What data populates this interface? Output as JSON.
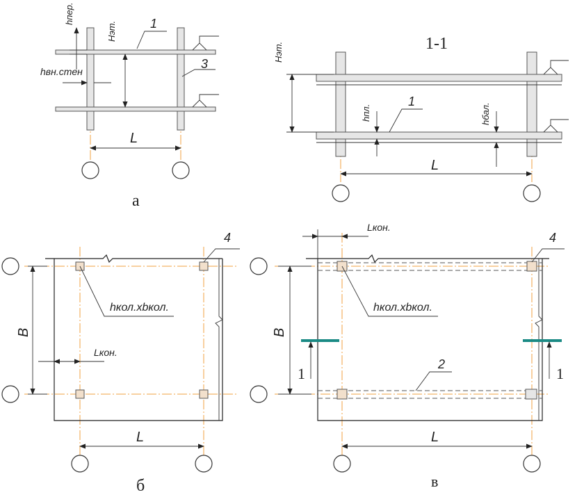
{
  "panel_a": {
    "caption": "а",
    "h_floor": "hпер.",
    "h_wall": "hвн.стен",
    "h_storey": "Hэт.",
    "marker_1": "1",
    "marker_3": "3",
    "span": "L"
  },
  "panel_section": {
    "title": "1-1",
    "h_storey": "Hэт.",
    "h_slab": "hпл.",
    "h_beam": "hбал.",
    "marker_1": "1",
    "span": "L"
  },
  "panel_b": {
    "caption": "б",
    "marker_4": "4",
    "column_size": "hкол.xbкол.",
    "bay": "B",
    "console": "Lкон.",
    "span": "L"
  },
  "panel_v": {
    "caption": "в",
    "console": "Lкон.",
    "marker_4": "4",
    "column_size": "hкол.xbкол.",
    "bay": "B",
    "section_left": "1",
    "section_right": "1",
    "marker_2": "2",
    "span": "L"
  },
  "colors": {
    "axis": "#f0a040",
    "section_mark": "#1a8a84",
    "wall_fill": "#e6e6e6",
    "column_fill": "#f2e0cc"
  }
}
